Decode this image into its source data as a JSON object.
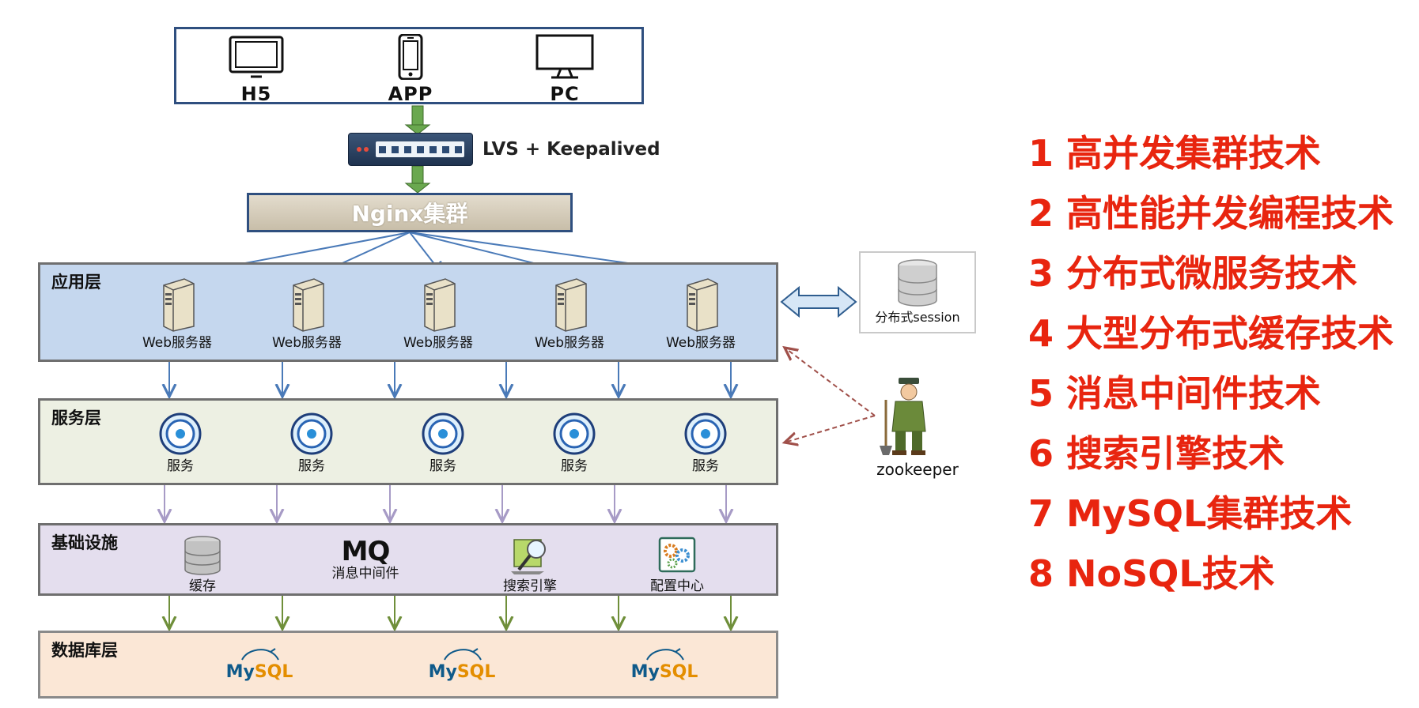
{
  "clients": [
    {
      "label": "H5",
      "icon": "monitor-icon"
    },
    {
      "label": "APP",
      "icon": "phone-icon"
    },
    {
      "label": "PC",
      "icon": "desktop-icon"
    }
  ],
  "lvs_label": "LVS + Keepalived",
  "nginx_label": "Nginx集群",
  "layers": {
    "app": {
      "title": "应用层",
      "nodes": [
        "Web服务器",
        "Web服务器",
        "Web服务器",
        "Web服务器",
        "Web服务器"
      ]
    },
    "service": {
      "title": "服务层",
      "nodes": [
        "服务",
        "服务",
        "服务",
        "服务",
        "服务"
      ]
    },
    "infra": {
      "title": "基础设施",
      "nodes": [
        "缓存",
        "消息中间件",
        "搜索引擎",
        "配置中心"
      ],
      "mq_logo": "MQ"
    },
    "db": {
      "title": "数据库层",
      "logos": [
        {
          "my": "My",
          "sql": "SQL"
        },
        {
          "my": "My",
          "sql": "SQL"
        },
        {
          "my": "My",
          "sql": "SQL"
        }
      ]
    }
  },
  "session_label": "分布式session",
  "zookeeper_label": "zookeeper",
  "tech_list": [
    "1 高并发集群技术",
    "2 高性能并发编程技术",
    "3 分布式微服务技术",
    "4 大型分布式缓存技术",
    "5 消息中间件技术",
    "6 搜索引擎技术",
    "7 MySQL集群技术",
    "8 NoSQL技术"
  ],
  "colors": {
    "tech_text": "#e8250f",
    "app_layer": "#c5d7ee",
    "service_layer": "#edf0e3",
    "infra_layer": "#e4deee",
    "db_layer": "#fbe7d6",
    "green_arrow": "#6aa84f",
    "blue_arrow": "#4a7ab8"
  }
}
